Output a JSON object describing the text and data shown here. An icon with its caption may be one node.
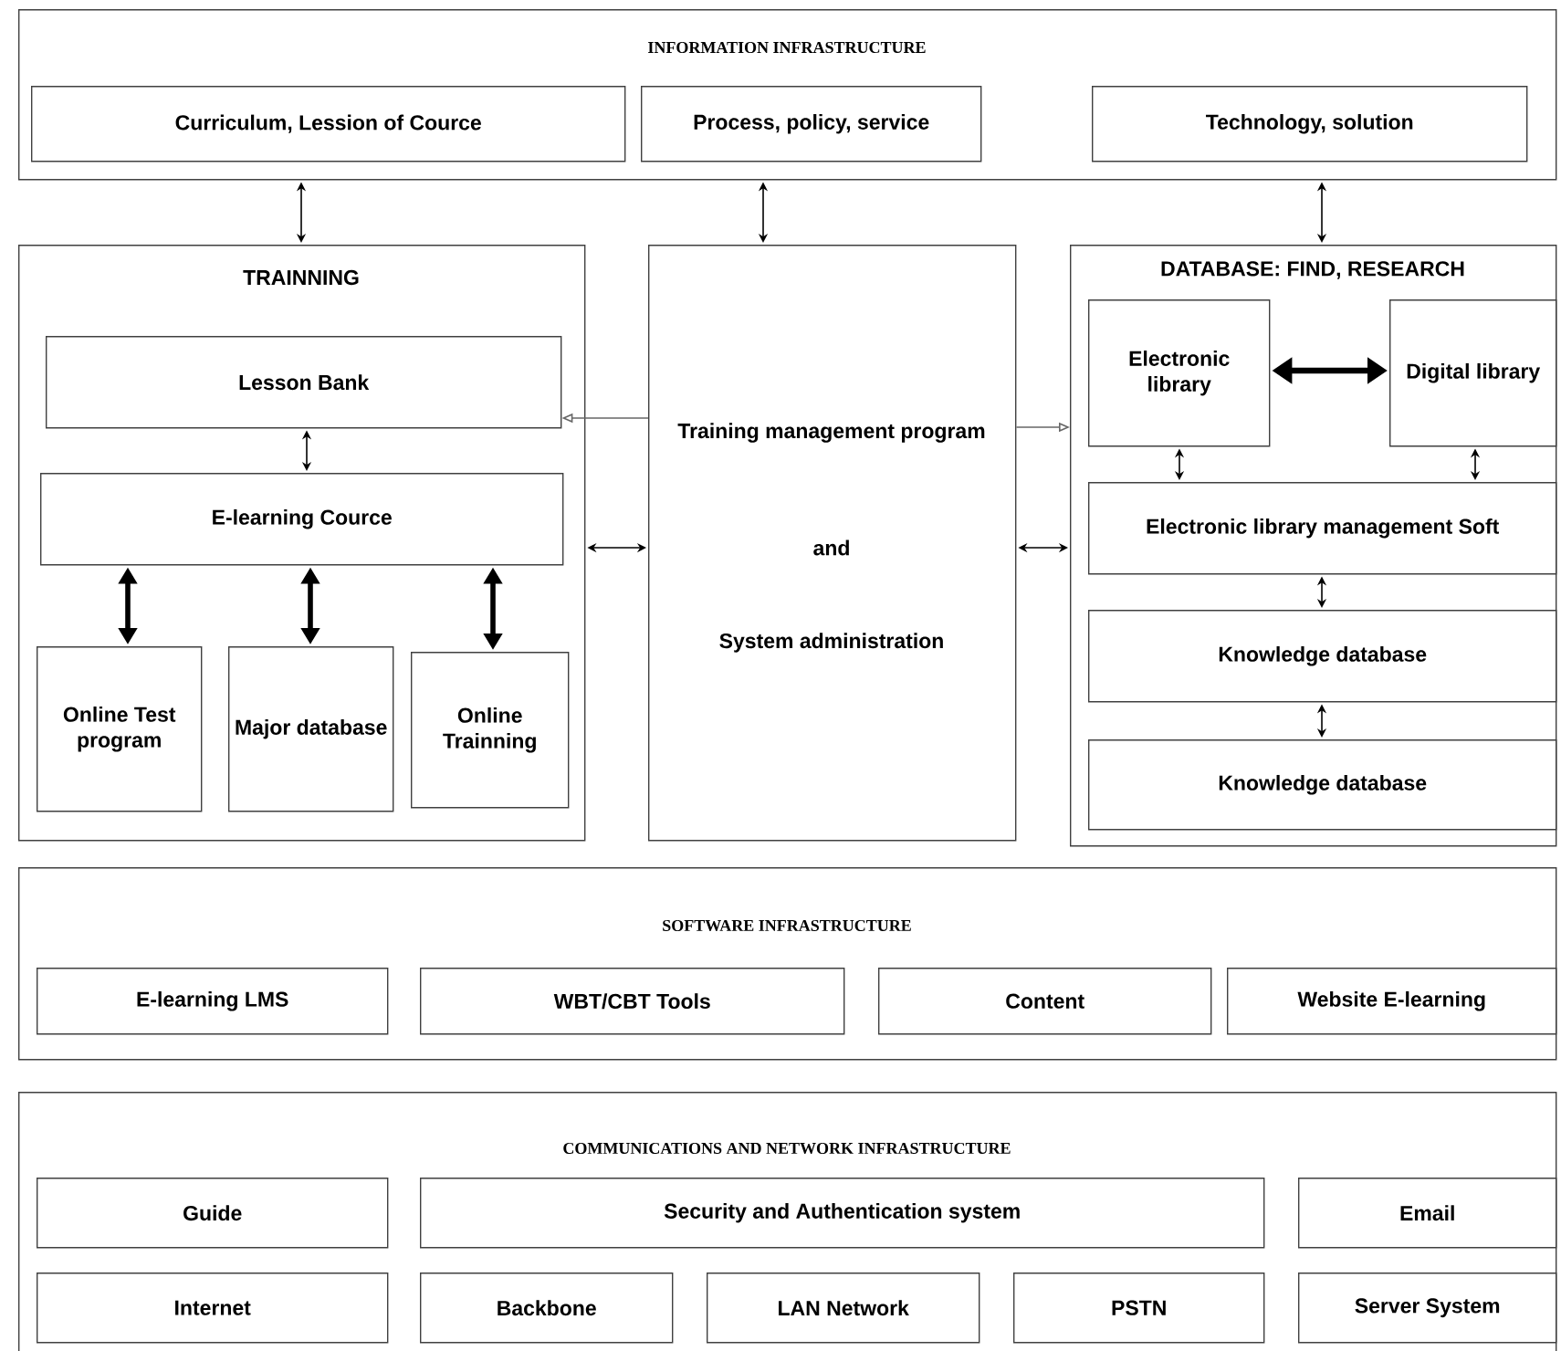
{
  "diagram": {
    "nodes": [
      {
        "text": [
          "INFORMATION INFRASTRUCTURE"
        ]
      },
      {
        "text": [
          "Curriculum, Lession of Cource"
        ],
        "in": 0
      },
      {
        "text": [
          "Process, policy, service"
        ],
        "in": 0
      },
      {
        "text": [
          "Technology, solution"
        ],
        "in": 0
      },
      {
        "text": [
          "TRAINNING"
        ]
      },
      {
        "text": [
          "Lesson Bank"
        ],
        "in": 4
      },
      {
        "text": [
          "E-learning Cource"
        ],
        "in": 4
      },
      {
        "text": [
          "Online Test program"
        ],
        "in": 4
      },
      {
        "text": [
          "Major database"
        ],
        "in": 4
      },
      {
        "text": [
          "Online Trainning"
        ],
        "in": 4
      },
      {
        "text": [
          "Training management program",
          "and",
          "System administration"
        ]
      },
      {
        "text": [
          "DATABASE: FIND, RESEARCH"
        ]
      },
      {
        "text": [
          "Electronic library"
        ],
        "in": 11
      },
      {
        "text": [
          "Digital library"
        ],
        "in": 11
      },
      {
        "text": [
          "Electronic library management Soft"
        ],
        "in": 11
      },
      {
        "text": [
          "Knowledge database"
        ],
        "in": 11
      },
      {
        "text": [
          "Knowledge database"
        ],
        "in": 11
      },
      {
        "text": [
          "SOFTWARE INFRASTRUCTURE"
        ]
      },
      {
        "text": [
          "E-learning LMS"
        ],
        "in": 17
      },
      {
        "text": [
          "WBT/CBT Tools"
        ],
        "in": 17
      },
      {
        "text": [
          "Content"
        ],
        "in": 17
      },
      {
        "text": [
          "Website E-learning"
        ],
        "in": 17
      },
      {
        "text": [
          "COMMUNICATIONS AND NETWORK INFRASTRUCTURE"
        ]
      },
      {
        "text": [
          "Guide"
        ],
        "in": 22
      },
      {
        "text": [
          "Security and Authentication system"
        ],
        "in": 22
      },
      {
        "text": [
          "Email"
        ],
        "in": 22
      },
      {
        "text": [
          "Internet"
        ],
        "in": 22
      },
      {
        "text": [
          "Backbone"
        ],
        "in": 22
      },
      {
        "text": [
          "LAN Network"
        ],
        "in": 22
      },
      {
        "text": [
          "PSTN"
        ],
        "in": 22
      },
      {
        "text": [
          "Server System"
        ],
        "in": 22
      }
    ],
    "edges": [
      {
        "from": 0,
        "to": 4,
        "arrow": "both"
      },
      {
        "from": 0,
        "to": 10,
        "arrow": "both"
      },
      {
        "from": 0,
        "to": 11,
        "arrow": "both"
      },
      {
        "from": 10,
        "to": 5,
        "arrow": "to",
        "color": "#666666"
      },
      {
        "from": 10,
        "to": 11,
        "arrow": "to",
        "color": "#666666"
      },
      {
        "from": 5,
        "to": 6,
        "arrow": "both"
      },
      {
        "from": 6,
        "to": 7,
        "arrow": "both",
        "style": "thick"
      },
      {
        "from": 6,
        "to": 8,
        "arrow": "both",
        "style": "thick"
      },
      {
        "from": 6,
        "to": 9,
        "arrow": "both",
        "style": "thick"
      },
      {
        "from": 4,
        "to": 10,
        "arrow": "both"
      },
      {
        "from": 10,
        "to": 11,
        "arrow": "both"
      },
      {
        "from": 12,
        "to": 13,
        "arrow": "both",
        "style": "thick"
      },
      {
        "from": 12,
        "to": 14,
        "arrow": "both"
      },
      {
        "from": 13,
        "to": 14,
        "arrow": "both"
      },
      {
        "from": 14,
        "to": 15,
        "arrow": "both"
      },
      {
        "from": 15,
        "to": 16,
        "arrow": "both"
      }
    ]
  }
}
